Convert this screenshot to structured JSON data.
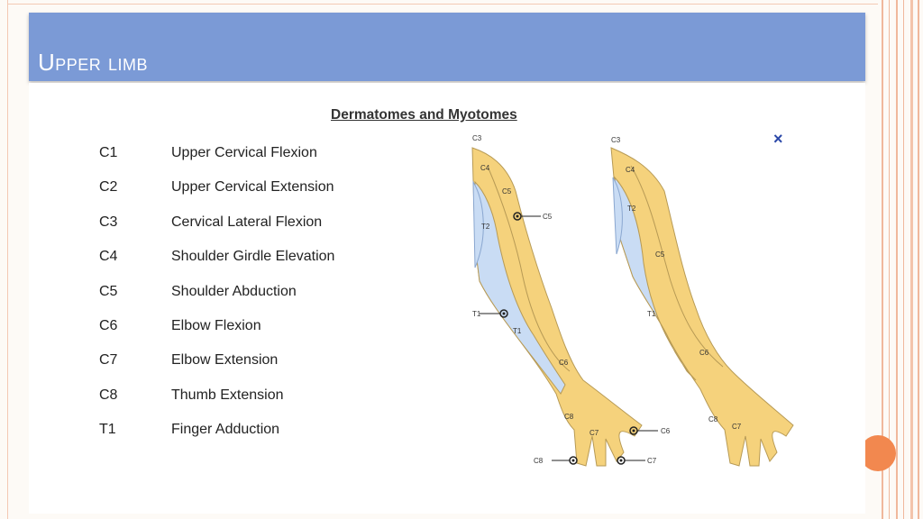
{
  "slide": {
    "title": "Upper limb"
  },
  "content": {
    "heading": "Dermatomes and Myotomes",
    "close_symbol": "×",
    "myotomes": [
      {
        "level": "C1",
        "function": "Upper Cervical Flexion"
      },
      {
        "level": "C2",
        "function": "Upper Cervical Extension"
      },
      {
        "level": "C3",
        "function": "Cervical Lateral Flexion"
      },
      {
        "level": "C4",
        "function": "Shoulder Girdle Elevation"
      },
      {
        "level": "C5",
        "function": "Shoulder Abduction"
      },
      {
        "level": "C6",
        "function": "Elbow Flexion"
      },
      {
        "level": "C7",
        "function": "Elbow Extension"
      },
      {
        "level": "C8",
        "function": "Thumb Extension"
      },
      {
        "level": "T1",
        "function": "Finger Adduction"
      }
    ]
  },
  "figure": {
    "front_arm_labels": [
      "C3",
      "C4",
      "C5",
      "T2",
      "C5",
      "T1",
      "T1",
      "C6",
      "C8",
      "C7",
      "C6",
      "C8",
      "C7"
    ],
    "back_arm_labels": [
      "C3",
      "C4",
      "T2",
      "C5",
      "T1",
      "C6",
      "C8",
      "C7"
    ],
    "colors": {
      "dermatome_cervical": "#f5d27c",
      "dermatome_thoracic": "#c9dcf4",
      "outline": "#b79a55",
      "title_bar": "#7b9ad6",
      "accent_dot": "#f2884f"
    }
  }
}
